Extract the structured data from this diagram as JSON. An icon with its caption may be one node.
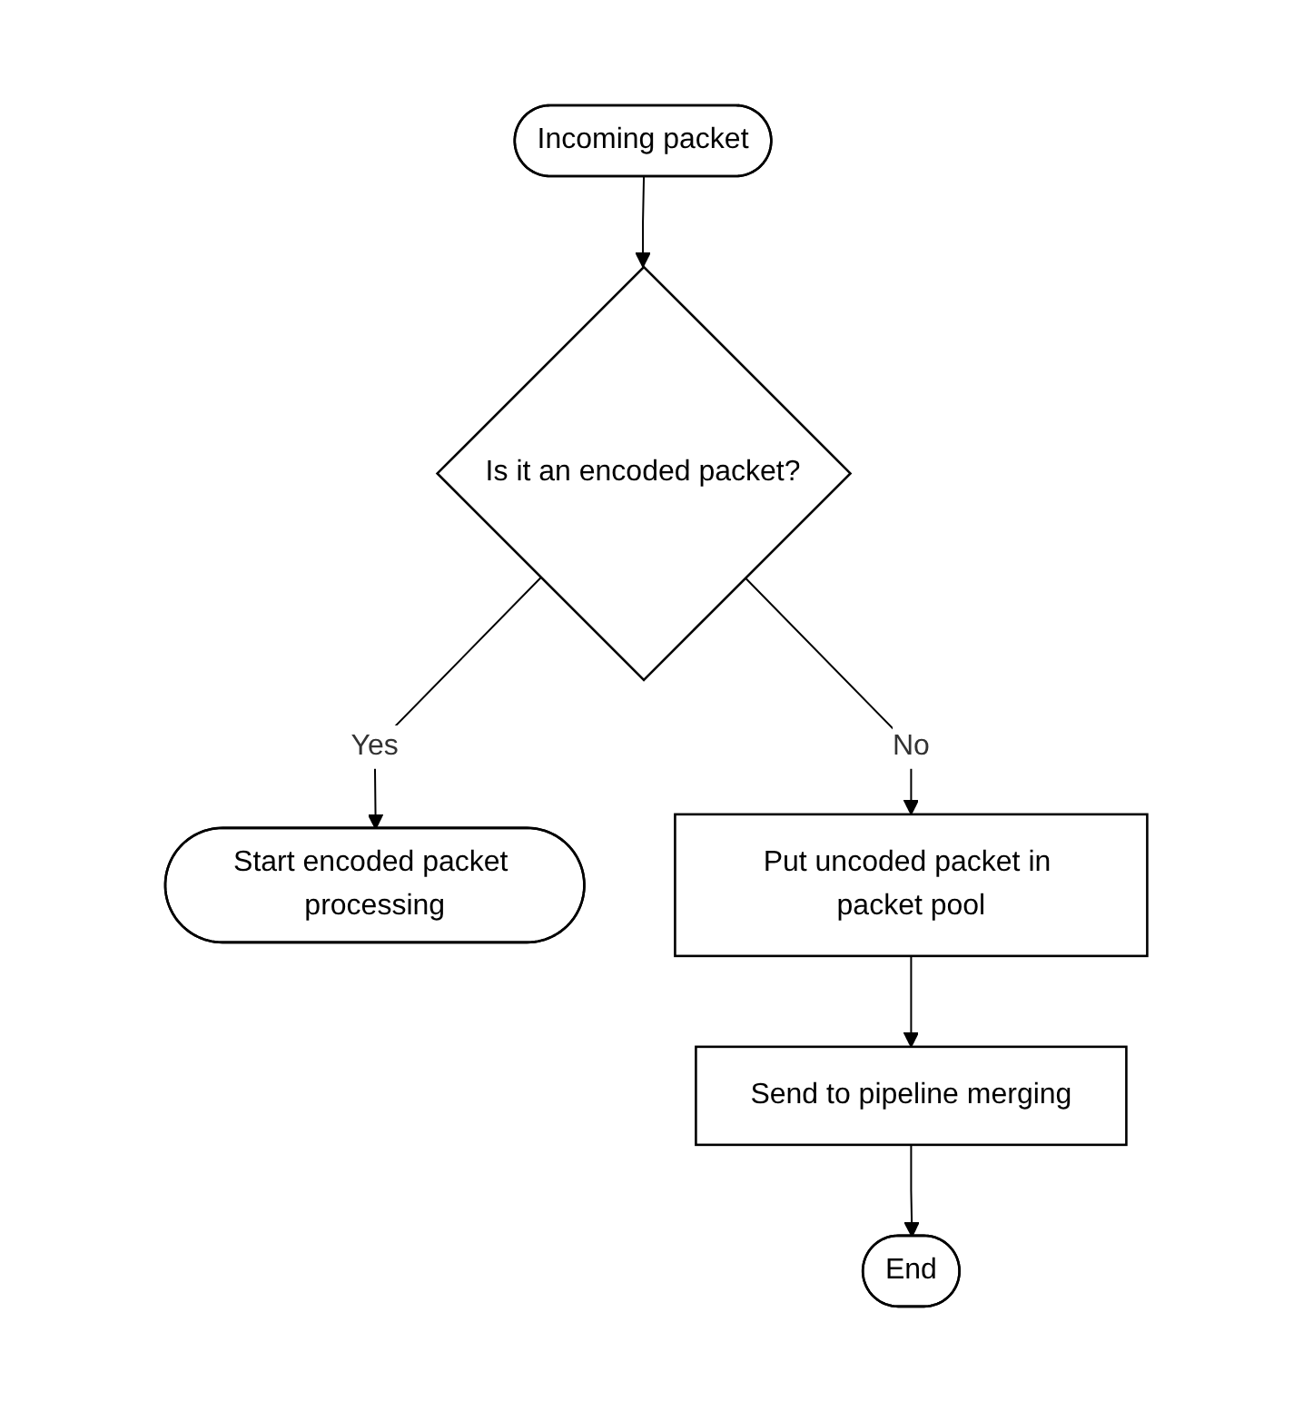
{
  "diagram": {
    "nodes": [
      {
        "text": [
          "Incoming packet"
        ]
      },
      {
        "text": [
          "Is it an encoded packet?"
        ]
      },
      {
        "text": [
          "Start encoded packet processing"
        ]
      },
      {
        "text": [
          "Put uncoded packet in packet pool"
        ]
      },
      {
        "text": [
          "Send to pipeline merging"
        ]
      },
      {
        "text": [
          "End"
        ]
      }
    ],
    "edges": [
      {
        "from": 0,
        "to": 1,
        "arrow": "to"
      },
      {
        "from": 1,
        "to": 2,
        "arrow": "to",
        "label": "Yes"
      },
      {
        "from": 1,
        "to": 3,
        "arrow": "to",
        "label": "No"
      },
      {
        "from": 3,
        "to": 4,
        "arrow": "to"
      },
      {
        "from": 4,
        "to": 5,
        "arrow": "to"
      }
    ]
  }
}
